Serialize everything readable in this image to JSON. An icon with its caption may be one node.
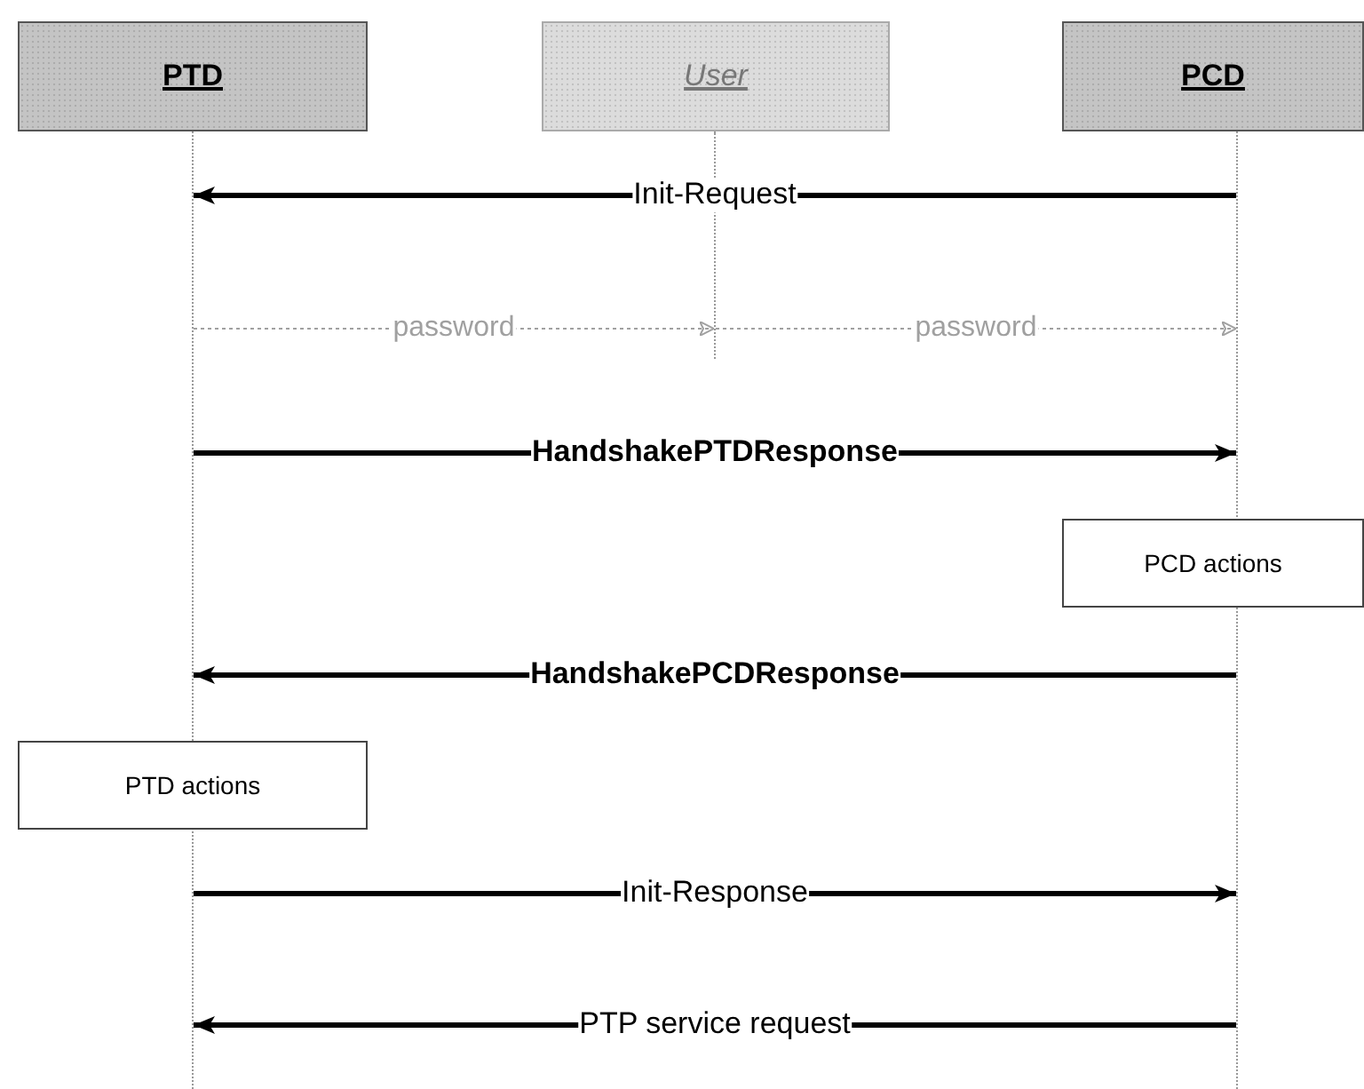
{
  "diagram": {
    "nodes": [
      {
        "text": [
          "PTD"
        ]
      },
      {
        "text": [
          "User"
        ]
      },
      {
        "text": [
          "PCD"
        ]
      },
      {
        "text": [],
        "shape": "line"
      },
      {
        "text": [],
        "shape": "line"
      },
      {
        "text": [],
        "shape": "line"
      },
      {
        "text": [
          "PCD actions"
        ]
      },
      {
        "text": [
          "PTD actions"
        ]
      }
    ],
    "edges": [
      {
        "from": 5,
        "to": 3,
        "arrow": "to",
        "label": "Init-Request"
      },
      {
        "from": 3,
        "to": 4,
        "arrow": "to",
        "label": "password",
        "style": "dashed",
        "color": "#a0a0a0"
      },
      {
        "from": 4,
        "to": 5,
        "arrow": "to",
        "label": "password",
        "style": "dashed",
        "color": "#a0a0a0"
      },
      {
        "from": 3,
        "to": 5,
        "arrow": "to",
        "label": "**HandshakePTDResponse**"
      },
      {
        "from": 5,
        "to": 3,
        "arrow": "to",
        "label": "**HandshakePCDResponse**"
      },
      {
        "from": 3,
        "to": 5,
        "arrow": "to",
        "label": "Init-Response"
      },
      {
        "from": 5,
        "to": 3,
        "arrow": "to",
        "label": "PTP service request"
      }
    ]
  }
}
